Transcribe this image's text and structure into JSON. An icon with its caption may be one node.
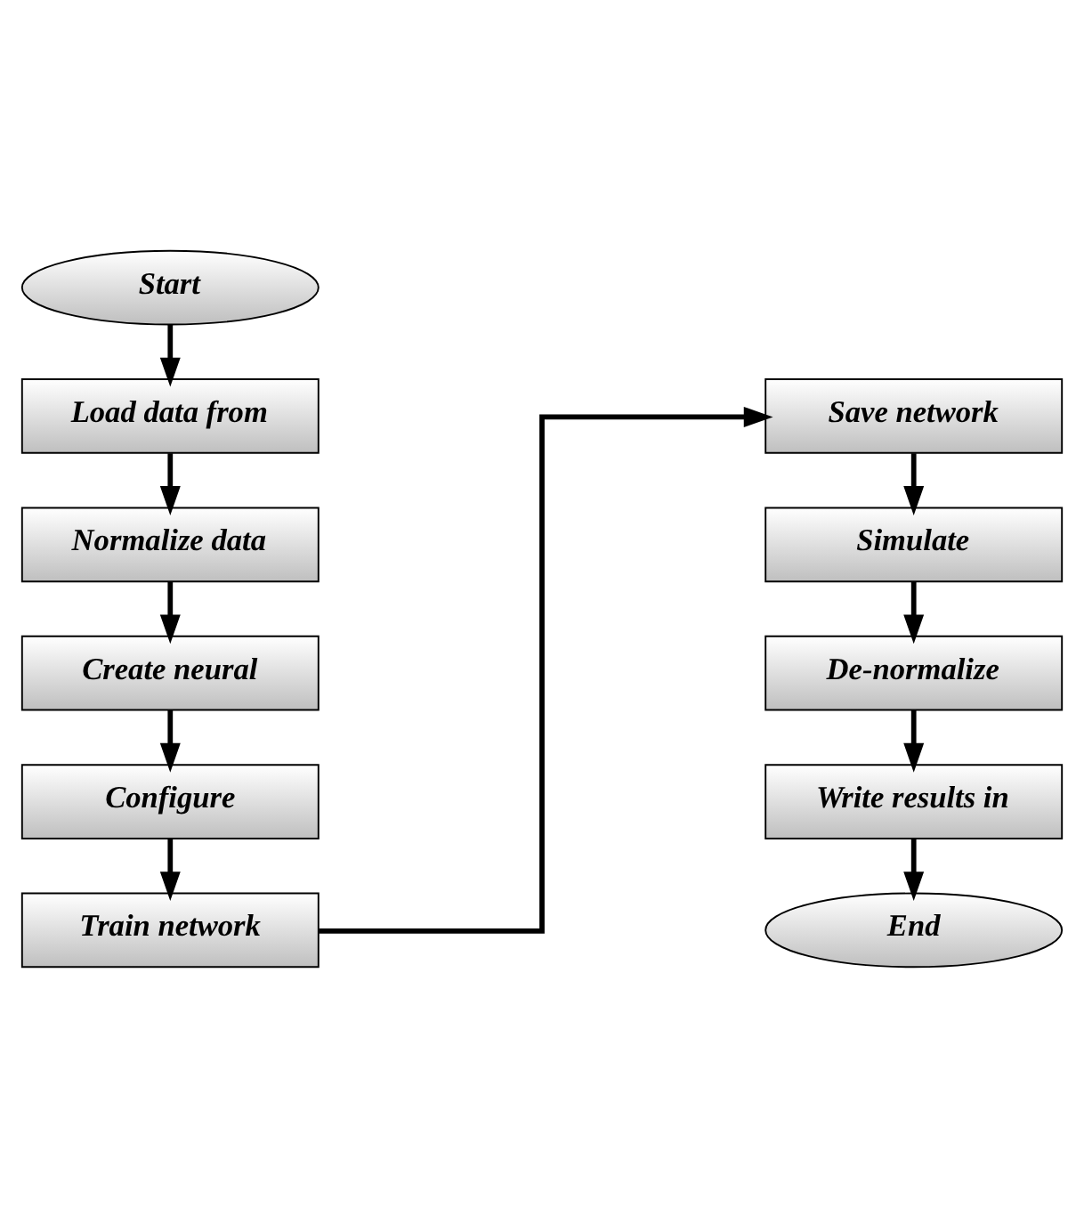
{
  "diagram": {
    "nodes": [
      {
        "text": [
          "Start"
        ]
      },
      {
        "text": [
          "Load data from"
        ]
      },
      {
        "text": [
          "Normalize data"
        ]
      },
      {
        "text": [
          "Create neural"
        ]
      },
      {
        "text": [
          "Configure"
        ]
      },
      {
        "text": [
          "Train network"
        ]
      },
      {
        "text": [
          "Save network"
        ]
      },
      {
        "text": [
          "Simulate"
        ]
      },
      {
        "text": [
          "De-normalize"
        ]
      },
      {
        "text": [
          "Write results in"
        ]
      },
      {
        "text": [
          "End"
        ]
      }
    ],
    "edges": [
      {
        "from": 0,
        "to": 1,
        "arrow": "to"
      },
      {
        "from": 1,
        "to": 2,
        "arrow": "to"
      },
      {
        "from": 2,
        "to": 3,
        "arrow": "to"
      },
      {
        "from": 3,
        "to": 4,
        "arrow": "to"
      },
      {
        "from": 4,
        "to": 5,
        "arrow": "to"
      },
      {
        "from": 5,
        "to": 6,
        "arrow": "to"
      },
      {
        "from": 6,
        "to": 7,
        "arrow": "to"
      },
      {
        "from": 7,
        "to": 8,
        "arrow": "to"
      },
      {
        "from": 8,
        "to": 9,
        "arrow": "to"
      },
      {
        "from": 9,
        "to": 10,
        "arrow": "to"
      }
    ]
  }
}
